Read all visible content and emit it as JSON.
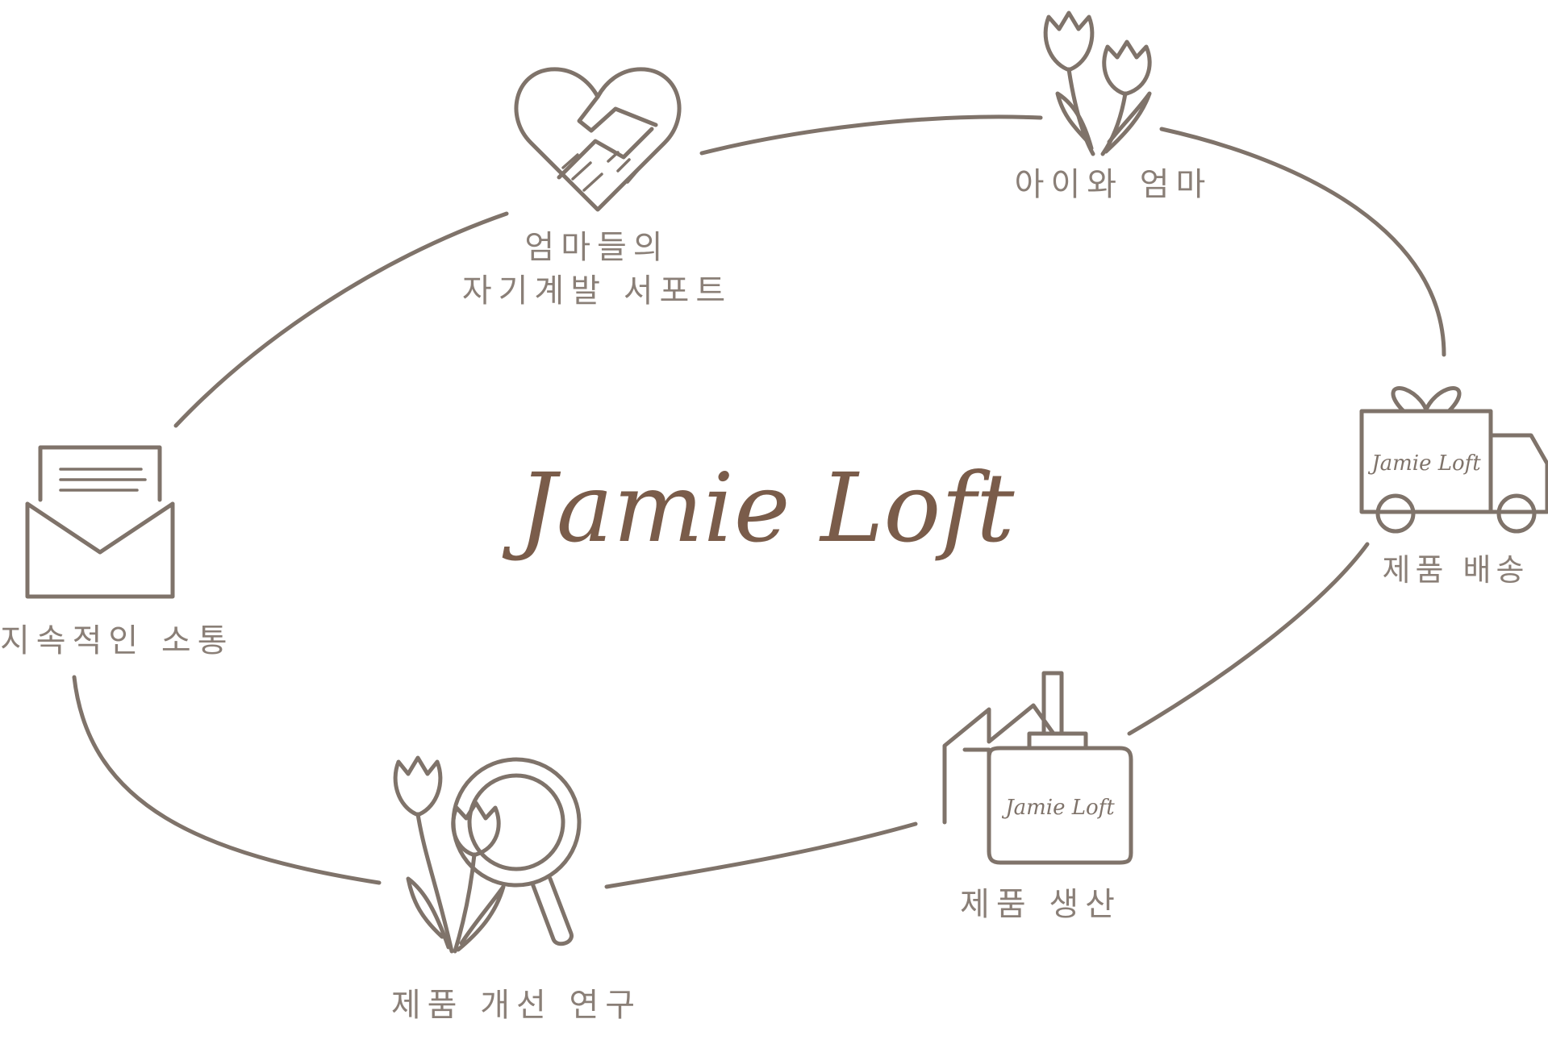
{
  "title": "Jamie Loft",
  "badge_text": "Jamie Loft",
  "colors": {
    "line": "#7f736a",
    "label": "#8a7f77",
    "title": "#7a5c4a"
  },
  "nodes": [
    {
      "label": "아이와 엄마",
      "icon": "tulip-icon"
    },
    {
      "label": "제품 배송",
      "icon": "delivery-truck-icon"
    },
    {
      "label": "제품 생산",
      "icon": "factory-icon"
    },
    {
      "label": "제품 개선 연구",
      "icon": "tulip-magnifier-icon"
    },
    {
      "label": "지속적인 소통",
      "icon": "envelope-icon"
    },
    {
      "label": "엄마들의\n자기계발 서포트",
      "icon": "heart-handshake-icon"
    }
  ]
}
